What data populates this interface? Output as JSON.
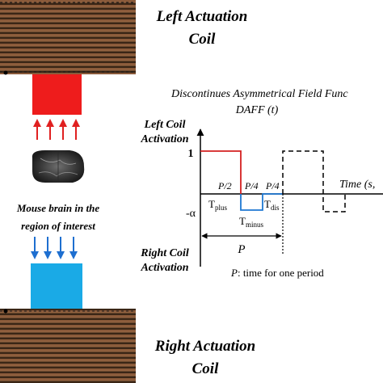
{
  "coil_top_title": [
    "Left Actuation",
    "Coil"
  ],
  "coil_bottom_title": [
    "Right Actuation",
    "Coil"
  ],
  "brain_caption": [
    "Mouse brain in the",
    "region of interest"
  ],
  "daff": {
    "title": "Discontinues Asymmetrical Field Func",
    "subtitle": "DAFF (t)",
    "left_activation": [
      "Left Coil",
      "Activation"
    ],
    "right_activation": [
      "Right Coil",
      "Activation"
    ],
    "level_one": "1",
    "level_neg": "-α",
    "time_axis": "Time (s,",
    "p_half": "P/2",
    "p_quarter_1": "P/4",
    "p_quarter_2": "P/4",
    "t_plus": "T",
    "t_plus_sub": "plus",
    "t_minus": "T",
    "t_minus_sub": "minus",
    "t_dis": "T",
    "t_dis_sub": "dis",
    "period_label": "P",
    "period_note_symbol": "P",
    "period_note_text": ": time for one period"
  },
  "colors": {
    "coil_dark": "#3a2616",
    "coil_light": "#8a5a3a",
    "left_field": "#ee1c1c",
    "right_field": "#1aaae6",
    "arrow_red": "#e02020",
    "arrow_blue": "#1e6fd0",
    "wave_red": "#d42020",
    "wave_blue": "#1e78d2"
  }
}
